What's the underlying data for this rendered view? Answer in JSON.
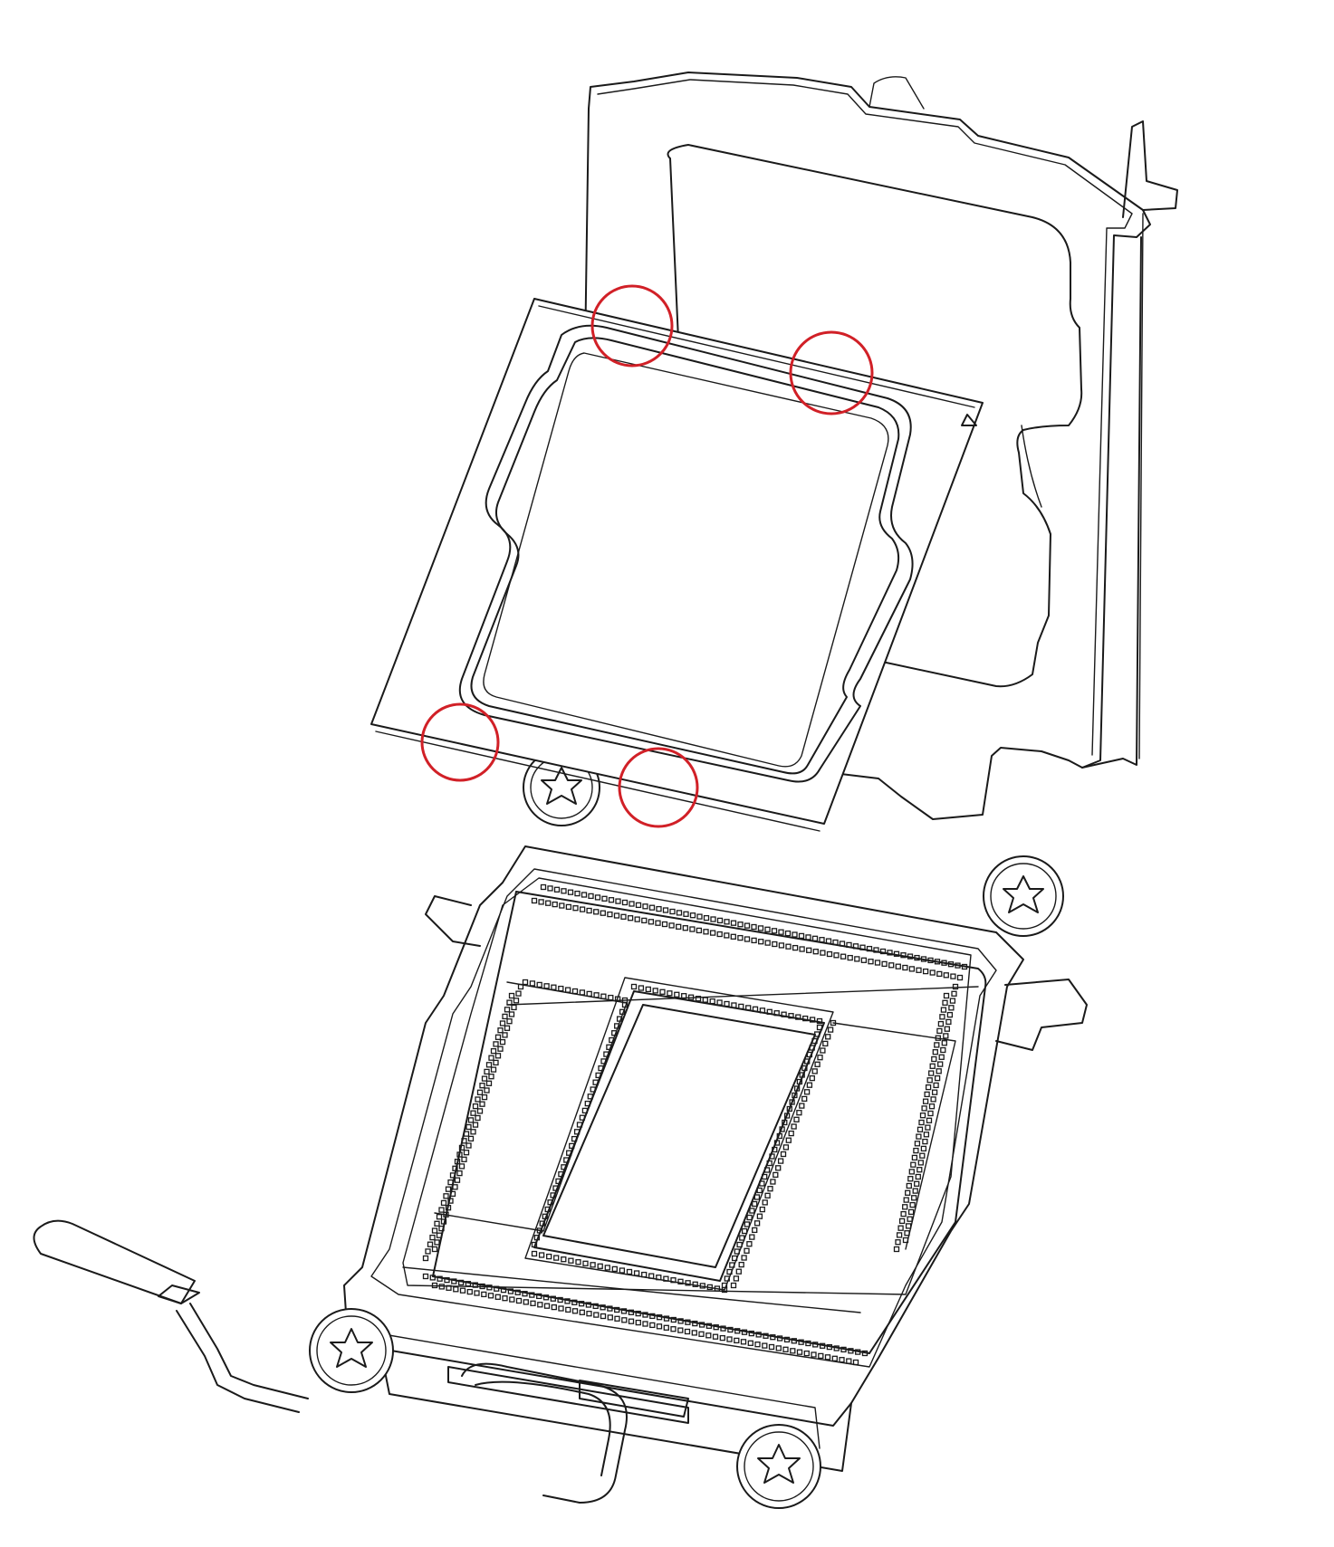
{
  "colors": {
    "line": "#1a1a1a",
    "highlight": "#d12027",
    "background": "#ffffff"
  },
  "highlights": [
    {
      "name": "cpu-alignment-notch-top-left"
    },
    {
      "name": "cpu-alignment-notch-top-right"
    },
    {
      "name": "cpu-alignment-notch-bottom-left"
    },
    {
      "name": "cpu-alignment-notch-bottom-middle"
    }
  ],
  "icons": [
    "torx-screw-icon",
    "pin1-triangle-icon"
  ]
}
